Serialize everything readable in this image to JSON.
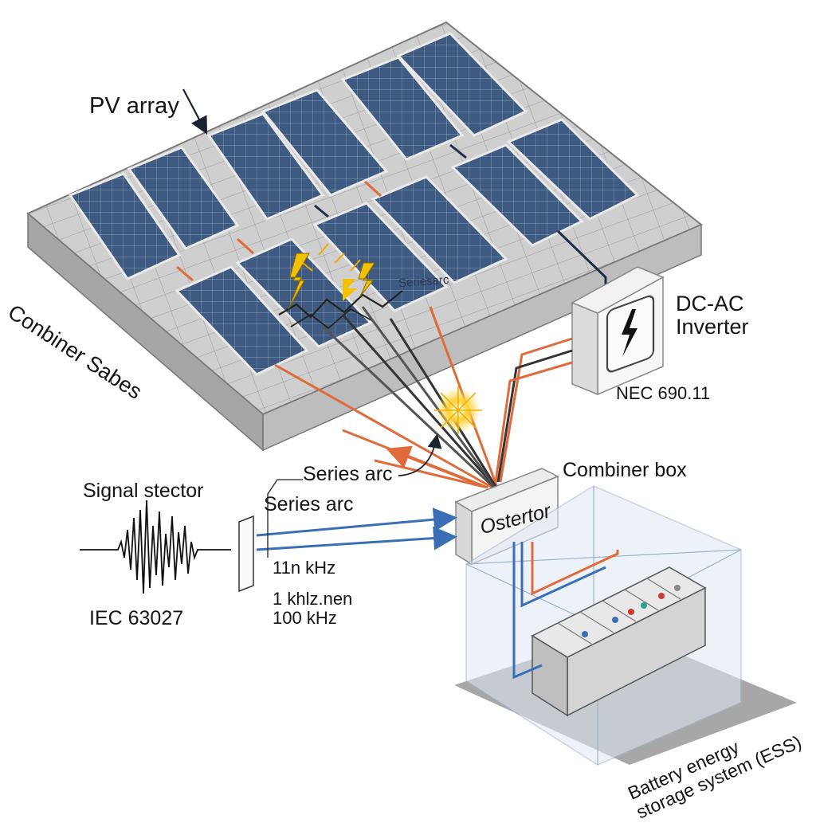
{
  "labels": {
    "pv_array": "PV array",
    "combiner_sabes": "Conbiner Sabes",
    "dc_ac_inverter_line1": "DC-AC",
    "dc_ac_inverter_line2": "Inverter",
    "nec": "NEC 690.11",
    "series_arc_top": "Series arc",
    "combiner_box": "Combiner box",
    "signal_stector": "Signal stector",
    "series_arc_left": "Series arc",
    "freq_11n": "11n kHz",
    "freq_1khz_line1": "1 khlz.nen",
    "freq_1khz_line2": "100 kHz",
    "iec": "IEC 63027",
    "ostertor": "Ostertor",
    "ess_line1": "Battery energy",
    "ess_line2": "storage system (ESS)",
    "panel_arc_text": "Seriesarc"
  },
  "icons": {
    "inverter": "lightning-bolt-icon",
    "arc_flash": "spark-icon"
  },
  "colors": {
    "panel": "#3b5578",
    "roof": "#c9c9c9",
    "dc_wire": "#e06a3a",
    "signal_wire": "#3a6fb8",
    "dark_wire": "#333333"
  }
}
